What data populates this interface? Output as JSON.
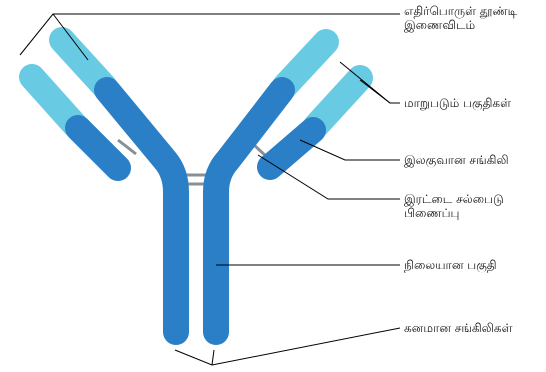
{
  "colors": {
    "chain_dark": "#2A7FC6",
    "chain_light": "#69CBE3",
    "chain_tip": "#A6E2F0",
    "disulfide_bond": "#8A8F94",
    "leader_line": "#000000"
  },
  "labels": {
    "antigen_binding_site_line1": "எதிர்பொருள் தூண்டி",
    "antigen_binding_site_line2": "இணைவிடம்",
    "variable_region": "மாறுபடும் பகுதிகள்",
    "light_chain": "இலகுவான சங்கிலி",
    "disulfide_bond_line1": "இரட்டை சல்பைடு",
    "disulfide_bond_line2": "பிணைப்பு",
    "constant_region": "நிலையான பகுதி",
    "heavy_chains": "கனமான சங்கிலிகள்"
  }
}
